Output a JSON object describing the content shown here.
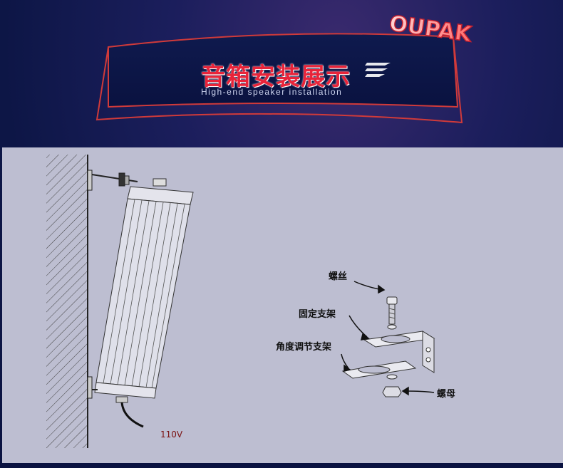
{
  "brand": {
    "name": "OUPAK"
  },
  "title": {
    "zh": "音箱安装展示",
    "en": "High-end speaker installation"
  },
  "diagram": {
    "power_label": "110V",
    "parts": {
      "screw": "螺丝",
      "fixed_bracket": "固定支架",
      "adjust_bracket": "角度调节支架",
      "nut": "螺母"
    }
  },
  "colors": {
    "background": "#0d1646",
    "title_red": "#e8243a",
    "frame_red": "#d03a3a",
    "panel": "#bdbed1"
  }
}
